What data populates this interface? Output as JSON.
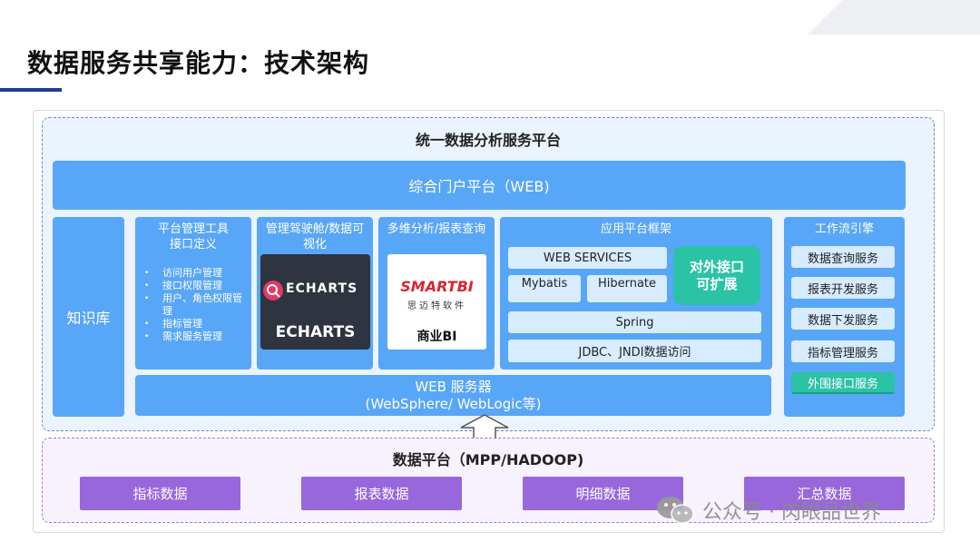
{
  "slide": {
    "title": "数据服务共享能力：技术架构"
  },
  "platform": {
    "title": "统一数据分析服务平台",
    "portal": "综合门户平台（WEB)",
    "knowledge_base": "知识库",
    "tools": {
      "title": "平台管理工具\n接口定义",
      "items": [
        "访问用户管理",
        "接口权限管理",
        "用户、角色权限管理",
        "指标管理",
        "需求服务管理"
      ]
    },
    "cockpit": {
      "title": "管理驾驶舱/数据可视化",
      "logo_text": "ECHARTS",
      "caption": "ECHARTS"
    },
    "multidim": {
      "title": "多维分析/报表查询",
      "logo_text": "SMARTBI",
      "logo_sub": "思迈特软件",
      "caption": "商业BI"
    },
    "framework": {
      "title": "应用平台框架",
      "web_services": "WEB SERVICES",
      "mybatis": "Mybatis",
      "hibernate": "Hibernate",
      "highlight": "对外接口\n可扩展",
      "spring": "Spring",
      "jdbc": "JDBC、JNDI数据访问"
    },
    "web_server": {
      "line1": "WEB 服务器",
      "line2": "(WebSphere/ WebLogic等)"
    },
    "workflow": {
      "title": "工作流引擎",
      "items": [
        "数据查询服务",
        "报表开发服务",
        "数据下发服务",
        "指标管理服务",
        "外围接口服务"
      ]
    }
  },
  "data_platform": {
    "title": "数据平台（MPP/HADOOP)",
    "items": [
      "指标数据",
      "报表数据",
      "明细数据",
      "汇总数据"
    ]
  },
  "watermark": {
    "text": "公众号 · 肉眼品世界",
    "icon": "wechat-icon"
  },
  "colors": {
    "blue": "#58a6f7",
    "light_blue": "#d8ecff",
    "teal": "#2bc3a6",
    "purple": "#9867db",
    "title_bar": "#1f3d8c"
  }
}
